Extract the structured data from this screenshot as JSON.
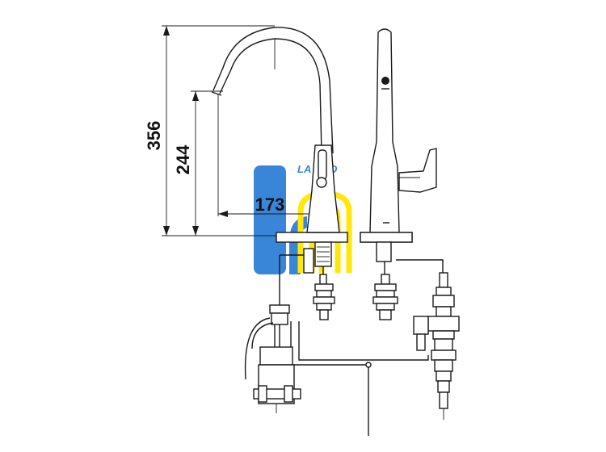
{
  "dimensions": {
    "total_height": "356",
    "outlet_height": "244",
    "spout_reach": "173"
  },
  "watermark": {
    "brand_text": "LA HÀO",
    "colors": {
      "blue": "#2f7fd6",
      "yellow": "#ffe600",
      "text_blue": "#2f7fd6"
    }
  },
  "colors": {
    "line": "#1a1a1a",
    "background": "#ffffff"
  }
}
